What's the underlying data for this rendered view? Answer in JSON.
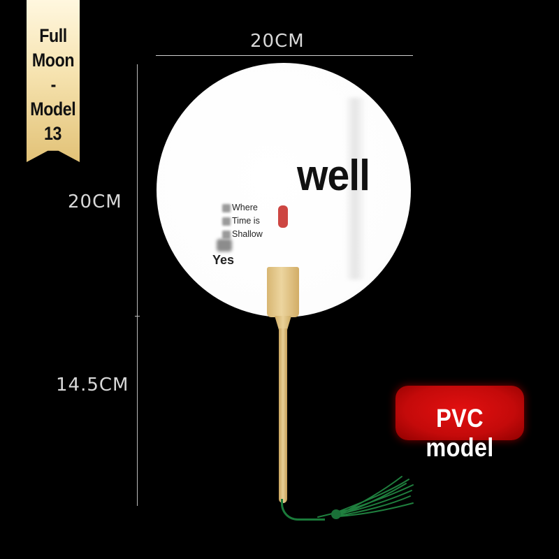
{
  "tag": {
    "lines": [
      "Full",
      "Moon",
      "-",
      "Model",
      "13"
    ]
  },
  "dimensions": {
    "width": "20CM",
    "fan_height": "20CM",
    "handle_length": "14.5CM"
  },
  "fan": {
    "title": "well",
    "poem_lines": [
      "Where",
      "Time is",
      "Shallow"
    ],
    "signature": "Yes"
  },
  "badge": {
    "label": "PVC model"
  },
  "colors": {
    "background": "#000000",
    "tag_gold": "#f6e3b0",
    "badge_red": "#d10f0f",
    "tassel_green": "#1f7f3e",
    "bamboo": "#e2c78a"
  }
}
